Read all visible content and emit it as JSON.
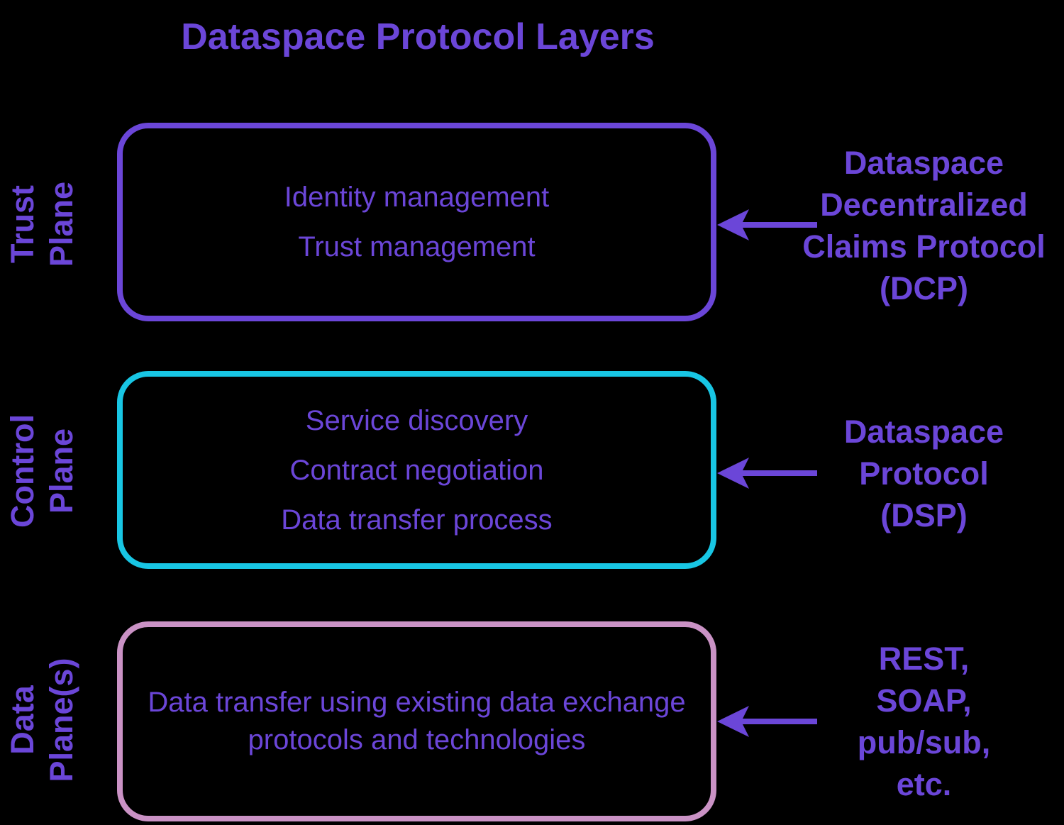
{
  "title": "Dataspace Protocol Layers",
  "colors": {
    "background": "#000000",
    "text_purple": "#6B46D8",
    "trust_border": "#6B46D8",
    "control_border": "#18C6E4",
    "data_border": "#CA92C5",
    "arrow": "#6B46D8"
  },
  "planes": [
    {
      "id": "trust-plane",
      "side_label_lines": [
        "Trust",
        "Plane"
      ],
      "box_lines": [
        "Identity management",
        "Trust management"
      ],
      "protocol_label_lines": [
        "Dataspace",
        "Decentralized",
        "Claims Protocol",
        "(DCP)"
      ]
    },
    {
      "id": "control-plane",
      "side_label_lines": [
        "Control",
        "Plane"
      ],
      "box_lines": [
        "Service discovery",
        "Contract negotiation",
        "Data transfer process"
      ],
      "protocol_label_lines": [
        "Dataspace",
        "Protocol",
        "(DSP)"
      ]
    },
    {
      "id": "data-plane",
      "side_label_lines": [
        "Data",
        "Plane(s)"
      ],
      "box_paragraph": "Data transfer using existing data exchange protocols and technologies",
      "protocol_label_lines": [
        "REST,",
        "SOAP,",
        "pub/sub,",
        "etc."
      ]
    }
  ]
}
